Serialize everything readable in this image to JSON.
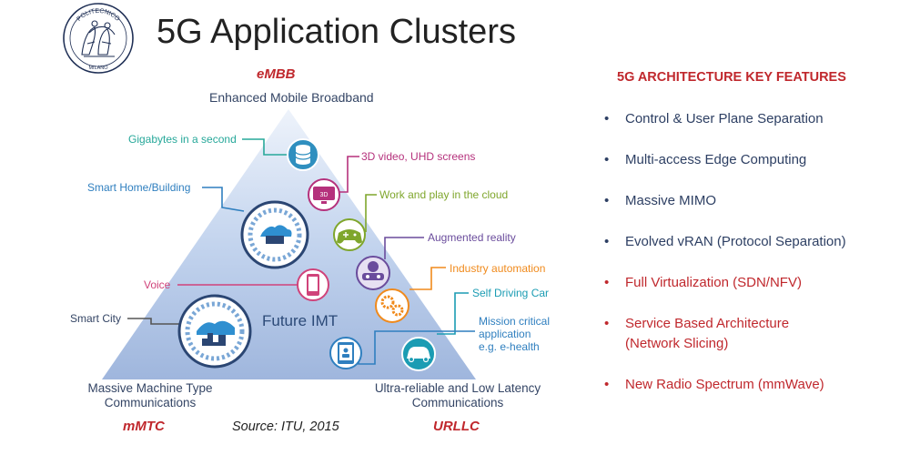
{
  "title": "5G Application Clusters",
  "logo": {
    "icon": "politecnico-milano-seal-icon",
    "ring_text_top": "POLITECNICO",
    "ring_text_bottom": "MILANO"
  },
  "diagram": {
    "top_tag": "eMBB",
    "top_label": "Enhanced Mobile Broadband",
    "center_label": "Future IMT",
    "bottom_left_tag": "mMTC",
    "bottom_left_label_1": "Massive Machine Type",
    "bottom_left_label_2": "Communications",
    "bottom_right_tag": "URLLC",
    "bottom_right_label_1": "Ultra-reliable and Low Latency",
    "bottom_right_label_2": "Communications",
    "source": "Source: ITU, 2015",
    "callouts": {
      "gigabytes": "Gigabytes in a second",
      "smart_home": "Smart Home/Building",
      "video": "3D video, UHD screens",
      "cloud_play": "Work and play in the cloud",
      "ar": "Augmented reality",
      "industry": "Industry automation",
      "voice": "Voice",
      "self_driving": "Self Driving Car",
      "smart_city": "Smart City",
      "mission_1": "Mission critical",
      "mission_2": "application",
      "mission_3": "e.g. e-health"
    },
    "icons": [
      "database-icon",
      "3d-screen-icon",
      "gamepad-icon",
      "ar-headset-icon",
      "gears-icon",
      "car-icon",
      "smartphone-icon",
      "tablet-icon",
      "smart-home-cluster-icon",
      "smart-city-cluster-icon"
    ]
  },
  "key_features": {
    "title": "5G ARCHITECTURE KEY FEATURES",
    "bullet": "•",
    "items": [
      {
        "line1": "Control & User Plane Separation",
        "line2": "",
        "color": "#2d3f63"
      },
      {
        "line1": "Multi-access Edge Computing",
        "line2": "",
        "color": "#2d3f63"
      },
      {
        "line1": "Massive MIMO",
        "line2": "",
        "color": "#2d3f63"
      },
      {
        "line1": "Evolved vRAN (Protocol Separation)",
        "line2": "",
        "color": "#2d3f63"
      },
      {
        "line1": "Full Virtualization (SDN/NFV)",
        "line2": "",
        "color": "#c0282d"
      },
      {
        "line1": "Service Based Architecture",
        "line2": "(Network Slicing)",
        "color": "#c0282d"
      },
      {
        "line1": "New Radio Spectrum (mmWave)",
        "line2": "",
        "color": "#c0282d"
      }
    ]
  }
}
